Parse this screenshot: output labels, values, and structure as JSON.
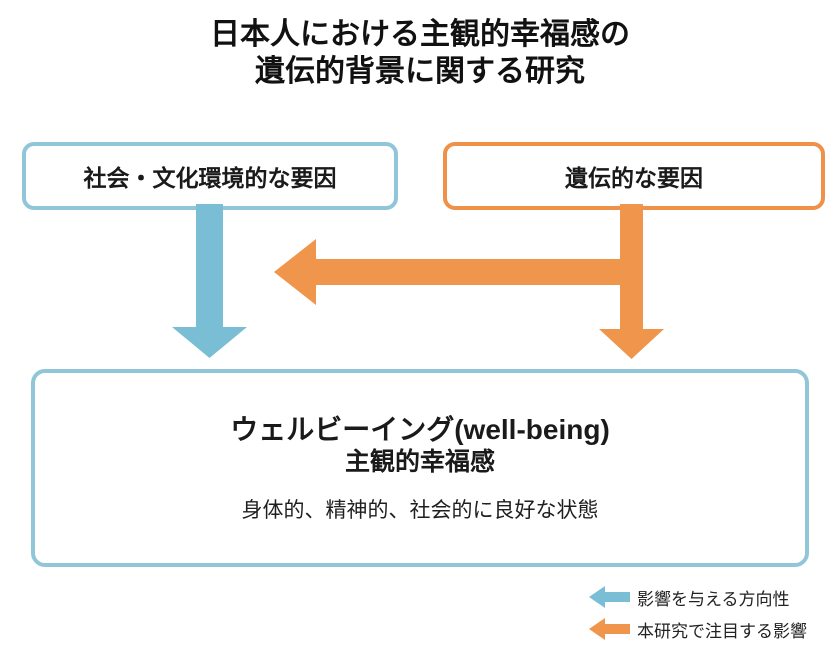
{
  "title": {
    "line1": "日本人における主観的幸福感の",
    "line2": "遺伝的背景に関する研究"
  },
  "boxes": {
    "social": {
      "label": "社会・文化環境的な要因"
    },
    "genetic": {
      "label": "遺伝的な要因"
    },
    "wellbeing": {
      "title_line1": "ウェルビーイング(well-being)",
      "title_line2": "主観的幸福感",
      "description": "身体的、精神的、社会的に良好な状態"
    }
  },
  "arrows": [
    {
      "name": "blue-down-arrow",
      "meaning": "影響を与える方向性",
      "color": "#7ABED6"
    },
    {
      "name": "orange-down-arrow",
      "meaning": "本研究で注目する影響",
      "color": "#F0954C"
    },
    {
      "name": "orange-left-arrow",
      "meaning": "本研究で注目する影響",
      "color": "#F0954C"
    }
  ],
  "legend": [
    {
      "icon": "blue-left-arrow-icon",
      "label": "影響を与える方向性"
    },
    {
      "icon": "orange-left-arrow-icon",
      "label": "本研究で注目する影響"
    }
  ],
  "colors": {
    "blue": "#7ABED6",
    "blue_border": "#90C6D8",
    "orange": "#F0954C",
    "orange_border": "#EF9149",
    "text": "#1A1A1A"
  }
}
